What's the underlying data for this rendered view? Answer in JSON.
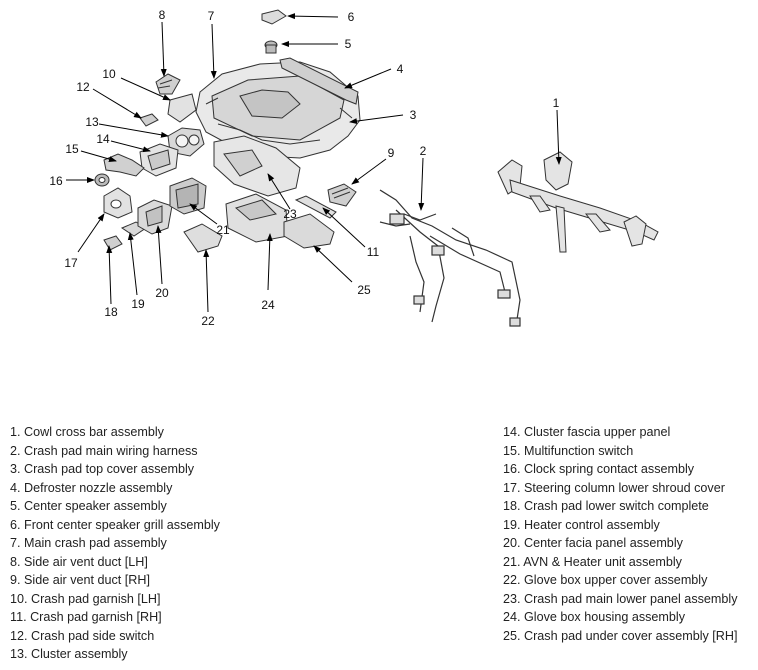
{
  "callouts": {
    "n1": "1",
    "n2": "2",
    "n3": "3",
    "n4": "4",
    "n5": "5",
    "n6": "6",
    "n7": "7",
    "n8": "8",
    "n9": "9",
    "n10": "10",
    "n11": "11",
    "n12": "12",
    "n13": "13",
    "n14": "14",
    "n15": "15",
    "n16": "16",
    "n17": "17",
    "n18": "18",
    "n19": "19",
    "n20": "20",
    "n21": "21",
    "n22": "22",
    "n23": "23",
    "n24": "24",
    "n25": "25"
  },
  "legend": {
    "left": [
      "1. Cowl cross bar assembly",
      "2. Crash pad main wiring harness",
      "3. Crash pad top cover assembly",
      "4. Defroster nozzle assembly",
      "5. Center speaker assembly",
      "6. Front center speaker grill assembly",
      "7. Main crash pad assembly",
      "8. Side air vent duct [LH]",
      "9. Side air vent duct [RH]",
      "10. Crash pad garnish [LH]",
      "11. Crash pad garnish [RH]",
      "12. Crash pad side switch",
      "13. Cluster assembly"
    ],
    "right": [
      "14. Cluster fascia upper panel",
      "15. Multifunction switch",
      "16. Clock spring contact assembly",
      "17. Steering column lower shroud cover",
      "18. Crash pad lower switch complete",
      "19. Heater control assembly",
      "20. Center facia panel assembly",
      "21. AVN & Heater unit assembly",
      "22. Glove box upper cover assembly",
      "23. Crash pad main lower panel assembly",
      "24. Glove box housing assembly",
      "25. Crash pad under cover assembly [RH]"
    ]
  }
}
